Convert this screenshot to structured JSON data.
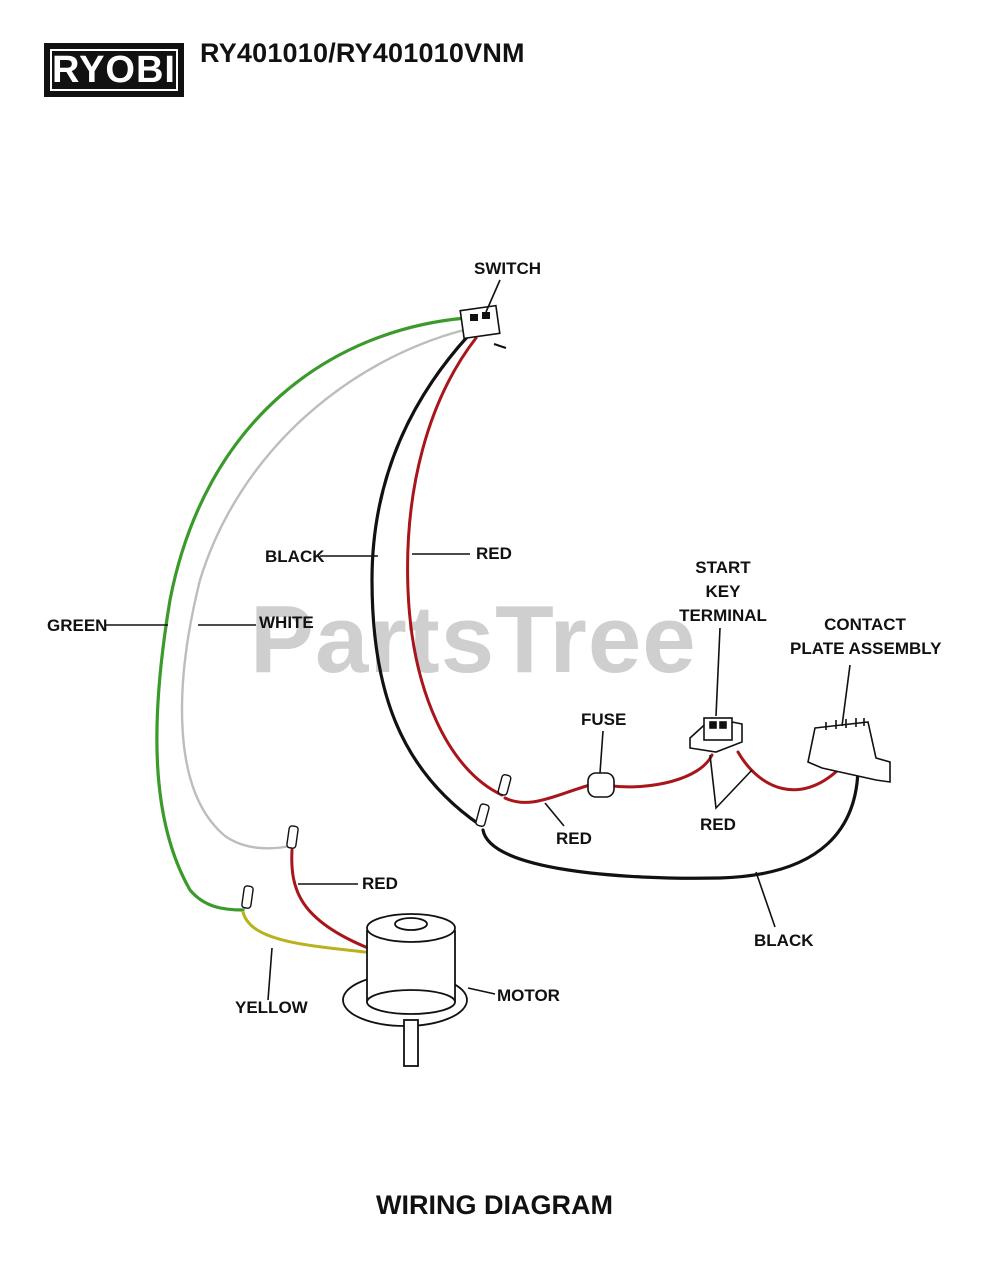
{
  "header": {
    "brand": "RYOBI",
    "model": "RY401010/RY401010VNM"
  },
  "watermark": "PartsTree",
  "labels": {
    "switch": "SWITCH",
    "black_top": "BLACK",
    "red_top": "RED",
    "green": "GREEN",
    "white": "WHITE",
    "start_key_terminal": [
      "START",
      "KEY",
      "TERMINAL"
    ],
    "contact_plate_assembly": [
      "CONTACT",
      "PLATE ASSEMBLY"
    ],
    "fuse": "FUSE",
    "red_fuse": "RED",
    "red_terminal": "RED",
    "red_motor": "RED",
    "black_bottom": "BLACK",
    "yellow": "YELLOW",
    "motor": "MOTOR"
  },
  "footer": {
    "title": "WIRING DIAGRAM"
  },
  "colors": {
    "green_wire": "#3a9a2a",
    "white_wire": "#bdbdbd",
    "black_wire": "#111111",
    "red_wire": "#a8161b",
    "yellow_wire": "#b7b21e"
  }
}
